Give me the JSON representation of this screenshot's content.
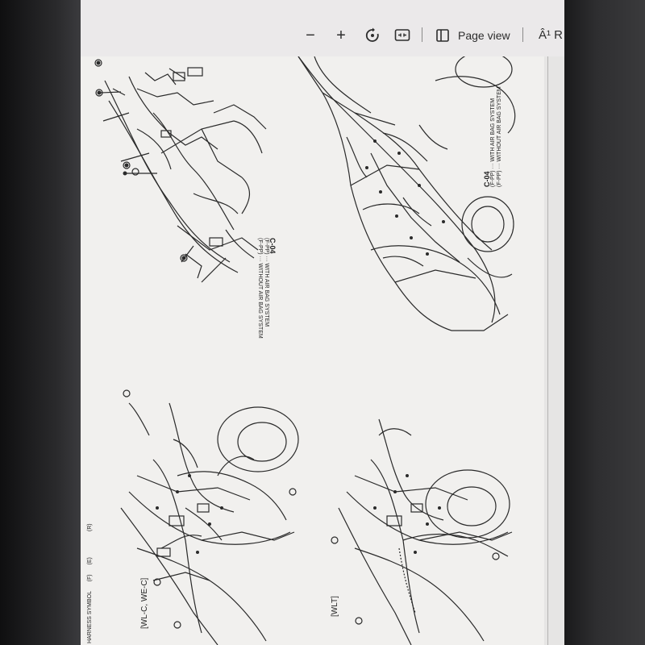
{
  "toolbar": {
    "zoom_out_symbol": "−",
    "zoom_in_symbol": "+",
    "page_view_label": "Page view",
    "read_aloud_label": "Â¹ R",
    "icons": [
      "minus-icon",
      "plus-icon",
      "rotate-icon",
      "fit-page-icon",
      "page-view-icon",
      "read-aloud-icon"
    ]
  },
  "document": {
    "legend_harness": "HARNESS SYMBOL",
    "legend_codes": [
      "(F)",
      "(E)",
      "(R)"
    ],
    "label_wlc": "[WL-C, WE-C]",
    "label_wlt": "[WLT]",
    "connector_code_a": "C-04",
    "connector_code_b": "C-04",
    "note_a_1": "(F-PP) ··· WITH AIR BAG SYSTEM",
    "note_a_2": "(F-PP) ··· WITHOUT AIR BAG SYSTEM",
    "note_b_1": "(F-PP) ··· WITH AIR BAG SYSTEM",
    "note_b_2": "(F-PP) ··· WITHOUT AIR BAG SYSTEM"
  },
  "colors": {
    "toolbar_bg": "#ebe9ea",
    "page_bg": "#f1f0ee",
    "ink": "#1e1e1e"
  }
}
